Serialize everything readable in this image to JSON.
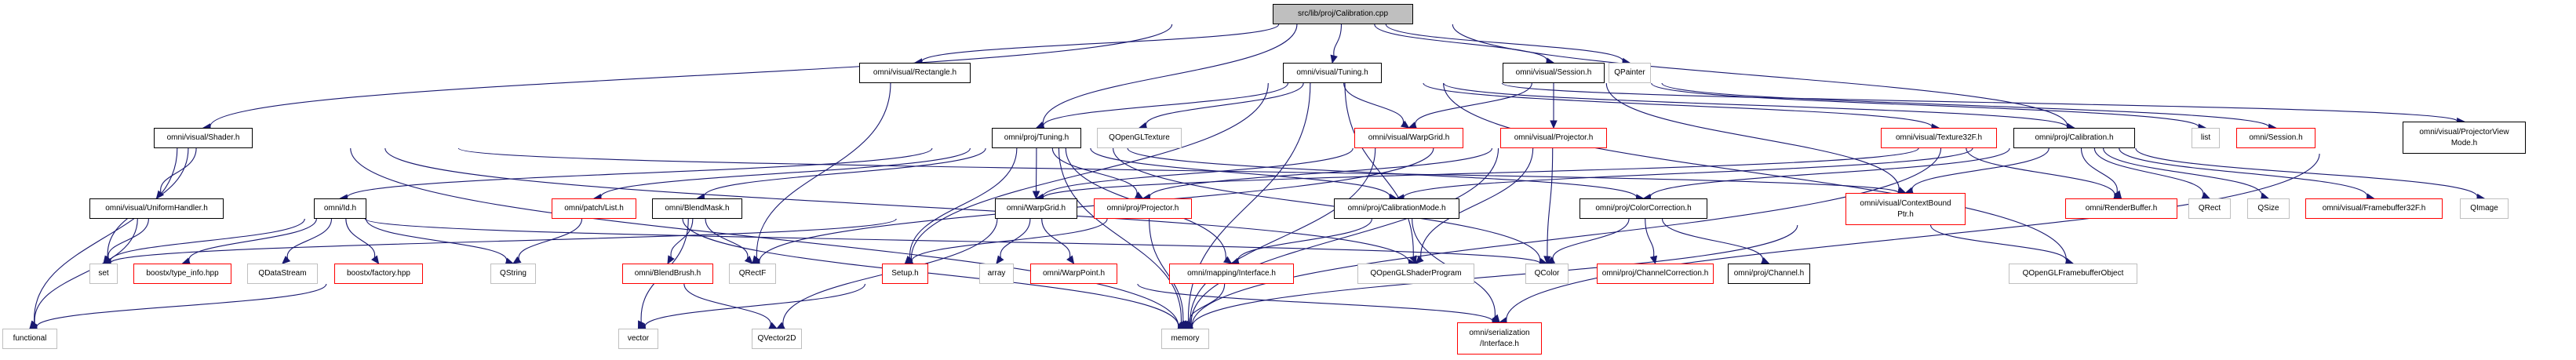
{
  "title": "src/lib/proj/Calibration.cpp",
  "legend_styles": {
    "root": "#bfbfbf",
    "documented_border": "#000000",
    "undocumented_border": "#ff0000",
    "external_border": "#bfbfbf",
    "edge_color": "#191970"
  },
  "nodes": [
    {
      "id": "root",
      "label": "src/lib/proj/Calibration.cpp",
      "kind": "root"
    },
    {
      "id": "shader",
      "label": "omni/visual/Shader.h",
      "kind": "documented"
    },
    {
      "id": "rectangle",
      "label": "omni/visual/Rectangle.h",
      "kind": "documented"
    },
    {
      "id": "vtuning",
      "label": "omni/visual/Tuning.h",
      "kind": "documented"
    },
    {
      "id": "vsession",
      "label": "omni/visual/Session.h",
      "kind": "documented"
    },
    {
      "id": "qpainter",
      "label": "QPainter",
      "kind": "external"
    },
    {
      "id": "list",
      "label": "list",
      "kind": "external"
    },
    {
      "id": "osession",
      "label": "omni/Session.h",
      "kind": "undocumented"
    },
    {
      "id": "pvmode",
      "label": "omni/visual/ProjectorView\nMode.h",
      "kind": "documented"
    },
    {
      "id": "ptuning",
      "label": "omni/proj/Tuning.h",
      "kind": "documented"
    },
    {
      "id": "qgltexture",
      "label": "QOpenGLTexture",
      "kind": "external"
    },
    {
      "id": "vwarpgrid",
      "label": "omni/visual/WarpGrid.h",
      "kind": "undocumented"
    },
    {
      "id": "vprojector",
      "label": "omni/visual/Projector.h",
      "kind": "undocumented"
    },
    {
      "id": "texture32f",
      "label": "omni/visual/Texture32F.h",
      "kind": "undocumented"
    },
    {
      "id": "pcalib",
      "label": "omni/proj/Calibration.h",
      "kind": "documented"
    },
    {
      "id": "uniform",
      "label": "omni/visual/UniformHandler.h",
      "kind": "documented"
    },
    {
      "id": "id",
      "label": "omni/Id.h",
      "kind": "documented"
    },
    {
      "id": "patchlist",
      "label": "omni/patch/List.h",
      "kind": "undocumented"
    },
    {
      "id": "blendmask",
      "label": "omni/BlendMask.h",
      "kind": "documented"
    },
    {
      "id": "warpgrid",
      "label": "omni/WarpGrid.h",
      "kind": "documented"
    },
    {
      "id": "pprojector",
      "label": "omni/proj/Projector.h",
      "kind": "undocumented"
    },
    {
      "id": "calibmode",
      "label": "omni/proj/CalibrationMode.h",
      "kind": "documented"
    },
    {
      "id": "colorcorr",
      "label": "omni/proj/ColorCorrection.h",
      "kind": "documented"
    },
    {
      "id": "ctxbound",
      "label": "omni/visual/ContextBound\nPtr.h",
      "kind": "undocumented"
    },
    {
      "id": "renderbuf",
      "label": "omni/RenderBuffer.h",
      "kind": "undocumented"
    },
    {
      "id": "qrect",
      "label": "QRect",
      "kind": "external"
    },
    {
      "id": "qsize",
      "label": "QSize",
      "kind": "external"
    },
    {
      "id": "fb32f",
      "label": "omni/visual/Framebuffer32F.h",
      "kind": "undocumented"
    },
    {
      "id": "qimage",
      "label": "QImage",
      "kind": "external"
    },
    {
      "id": "set",
      "label": "set",
      "kind": "external"
    },
    {
      "id": "typeinfo",
      "label": "boostx/type_info.hpp",
      "kind": "undocumented"
    },
    {
      "id": "qdatastream",
      "label": "QDataStream",
      "kind": "external"
    },
    {
      "id": "factory",
      "label": "boostx/factory.hpp",
      "kind": "undocumented"
    },
    {
      "id": "qstring",
      "label": "QString",
      "kind": "external"
    },
    {
      "id": "blendbrush",
      "label": "omni/BlendBrush.h",
      "kind": "undocumented"
    },
    {
      "id": "qrectf",
      "label": "QRectF",
      "kind": "external"
    },
    {
      "id": "setup",
      "label": "Setup.h",
      "kind": "undocumented"
    },
    {
      "id": "array",
      "label": "array",
      "kind": "external"
    },
    {
      "id": "warppoint",
      "label": "omni/WarpPoint.h",
      "kind": "undocumented"
    },
    {
      "id": "mapiface",
      "label": "omni/mapping/Interface.h",
      "kind": "undocumented"
    },
    {
      "id": "qglshader",
      "label": "QOpenGLShaderProgram",
      "kind": "external"
    },
    {
      "id": "qcolor",
      "label": "QColor",
      "kind": "external"
    },
    {
      "id": "chancorr",
      "label": "omni/proj/ChannelCorrection.h",
      "kind": "undocumented"
    },
    {
      "id": "channel",
      "label": "omni/proj/Channel.h",
      "kind": "documented"
    },
    {
      "id": "qglfbo",
      "label": "QOpenGLFramebufferObject",
      "kind": "external"
    },
    {
      "id": "functional",
      "label": "functional",
      "kind": "external"
    },
    {
      "id": "vector",
      "label": "vector",
      "kind": "external"
    },
    {
      "id": "qvector2d",
      "label": "QVector2D",
      "kind": "external"
    },
    {
      "id": "memory",
      "label": "memory",
      "kind": "external"
    },
    {
      "id": "seriface",
      "label": "omni/serialization\n/Interface.h",
      "kind": "undocumented"
    }
  ],
  "edges": [
    [
      "root",
      "shader"
    ],
    [
      "root",
      "rectangle"
    ],
    [
      "root",
      "vtuning"
    ],
    [
      "root",
      "ptuning"
    ],
    [
      "root",
      "vsession"
    ],
    [
      "root",
      "qpainter"
    ],
    [
      "root",
      "pcalib"
    ],
    [
      "shader",
      "uniform"
    ],
    [
      "shader",
      "set"
    ],
    [
      "shader",
      "functional"
    ],
    [
      "shader",
      "memory"
    ],
    [
      "shader",
      "ctxbound"
    ],
    [
      "shader",
      "qglshader"
    ],
    [
      "rectangle",
      "qrectf"
    ],
    [
      "vtuning",
      "ptuning"
    ],
    [
      "vtuning",
      "qgltexture"
    ],
    [
      "vtuning",
      "vwarpgrid"
    ],
    [
      "vtuning",
      "texture32f"
    ],
    [
      "vtuning",
      "pcalib"
    ],
    [
      "vtuning",
      "qglshader"
    ],
    [
      "vtuning",
      "pvmode"
    ],
    [
      "vtuning",
      "setup"
    ],
    [
      "vtuning",
      "qglfbo"
    ],
    [
      "vtuning",
      "memory"
    ],
    [
      "vsession",
      "vwarpgrid"
    ],
    [
      "vsession",
      "vprojector"
    ],
    [
      "vsession",
      "list"
    ],
    [
      "vsession",
      "osession"
    ],
    [
      "vsession",
      "ctxbound"
    ],
    [
      "ptuning",
      "id"
    ],
    [
      "ptuning",
      "patchlist"
    ],
    [
      "ptuning",
      "blendmask"
    ],
    [
      "ptuning",
      "warpgrid"
    ],
    [
      "ptuning",
      "pprojector"
    ],
    [
      "ptuning",
      "calibmode"
    ],
    [
      "ptuning",
      "colorcorr"
    ],
    [
      "ptuning",
      "mapiface"
    ],
    [
      "ptuning",
      "setup"
    ],
    [
      "ptuning",
      "qcolor"
    ],
    [
      "ptuning",
      "memory"
    ],
    [
      "vwarpgrid",
      "warpgrid"
    ],
    [
      "vwarpgrid",
      "memory"
    ],
    [
      "vprojector",
      "pprojector"
    ],
    [
      "vprojector",
      "qglshader"
    ],
    [
      "vprojector",
      "qcolor"
    ],
    [
      "vprojector",
      "memory"
    ],
    [
      "vprojector",
      "qrectf"
    ],
    [
      "texture32f",
      "renderbuf"
    ],
    [
      "pcalib",
      "calibmode"
    ],
    [
      "pcalib",
      "colorcorr"
    ],
    [
      "pcalib",
      "ctxbound"
    ],
    [
      "pcalib",
      "renderbuf"
    ],
    [
      "pcalib",
      "qrect"
    ],
    [
      "pcalib",
      "qsize"
    ],
    [
      "pcalib",
      "fb32f"
    ],
    [
      "pcalib",
      "qimage"
    ],
    [
      "pcalib",
      "memory"
    ],
    [
      "pcalib",
      "warpgrid"
    ],
    [
      "pvmode",
      "seriface"
    ],
    [
      "uniform",
      "set"
    ],
    [
      "uniform",
      "functional"
    ],
    [
      "uniform",
      "qcolor"
    ],
    [
      "id",
      "set"
    ],
    [
      "id",
      "typeinfo"
    ],
    [
      "id",
      "qdatastream"
    ],
    [
      "id",
      "factory"
    ],
    [
      "id",
      "qstring"
    ],
    [
      "patchlist",
      "qstring"
    ],
    [
      "patchlist",
      "memory"
    ],
    [
      "blendmask",
      "vector"
    ],
    [
      "blendmask",
      "blendbrush"
    ],
    [
      "blendmask",
      "qrectf"
    ],
    [
      "warpgrid",
      "set"
    ],
    [
      "warpgrid",
      "array"
    ],
    [
      "warpgrid",
      "warppoint"
    ],
    [
      "warpgrid",
      "qvector2d"
    ],
    [
      "pprojector",
      "setup"
    ],
    [
      "pprojector",
      "memory"
    ],
    [
      "calibmode",
      "mapiface"
    ],
    [
      "calibmode",
      "seriface"
    ],
    [
      "colorcorr",
      "qcolor"
    ],
    [
      "colorcorr",
      "chancorr"
    ],
    [
      "colorcorr",
      "channel"
    ],
    [
      "ctxbound",
      "qglfbo"
    ],
    [
      "ctxbound",
      "memory"
    ],
    [
      "factory",
      "functional"
    ],
    [
      "blendbrush",
      "qvector2d"
    ],
    [
      "setup",
      "vector"
    ],
    [
      "warppoint",
      "seriface"
    ],
    [
      "mapiface",
      "memory"
    ]
  ]
}
